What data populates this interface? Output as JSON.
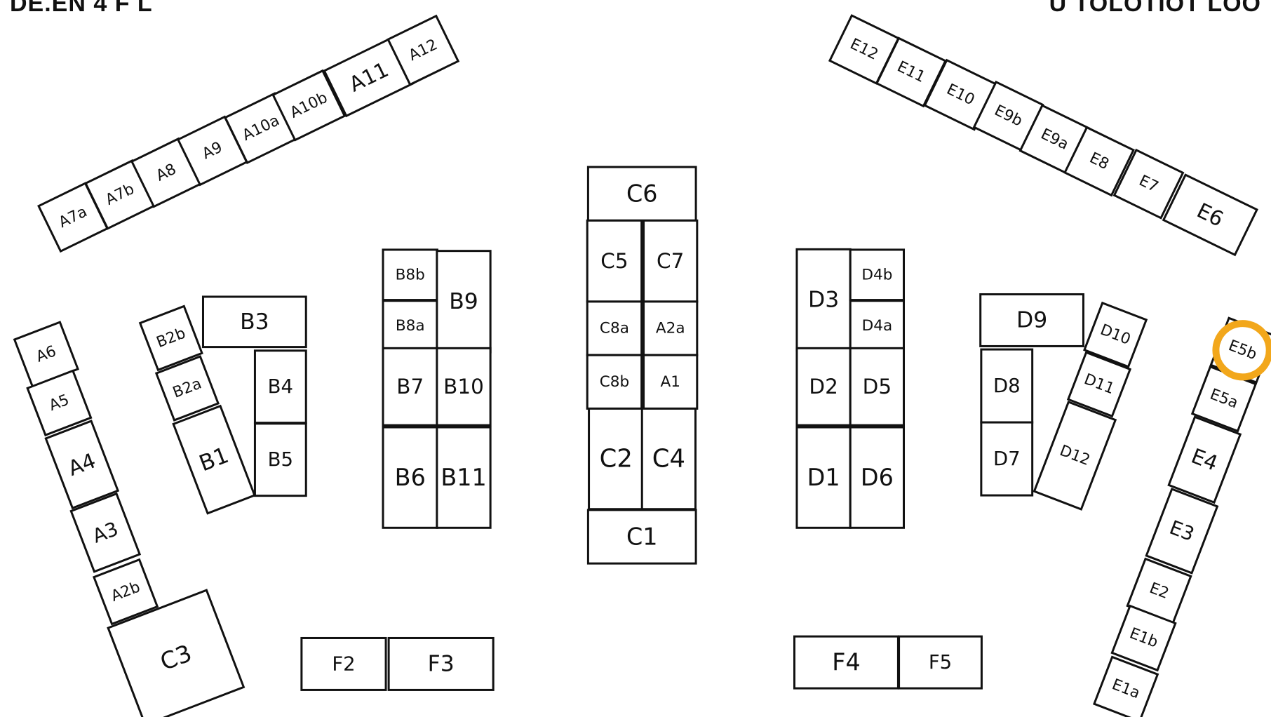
{
  "header": {
    "left_cut": "DE.EN 4 F L",
    "right_cut": "U TOLOTIOT LOO"
  },
  "highlight": {
    "booth": "E5b",
    "color": "#f2a71b"
  },
  "booths": {
    "A1": "A1",
    "A2a": "A2a",
    "A2b": "A2b",
    "A3": "A3",
    "A4": "A4",
    "A5": "A5",
    "A6": "A6",
    "A7a": "A7a",
    "A7b": "A7b",
    "A8": "A8",
    "A9": "A9",
    "A10a": "A10a",
    "A10b": "A10b",
    "A11": "A11",
    "A12": "A12",
    "B1": "B1",
    "B2a": "B2a",
    "B2b": "B2b",
    "B3": "B3",
    "B4": "B4",
    "B5": "B5",
    "B6": "B6",
    "B7": "B7",
    "B8a": "B8a",
    "B8b": "B8b",
    "B9": "B9",
    "B10": "B10",
    "B11": "B11",
    "C1": "C1",
    "C2": "C2",
    "C3": "C3",
    "C4": "C4",
    "C5": "C5",
    "C6": "C6",
    "C7": "C7",
    "C8a": "C8a",
    "C8b": "C8b",
    "D1": "D1",
    "D2": "D2",
    "D3": "D3",
    "D4a": "D4a",
    "D4b": "D4b",
    "D5": "D5",
    "D6": "D6",
    "D7": "D7",
    "D8": "D8",
    "D9": "D9",
    "D10": "D10",
    "D11": "D11",
    "D12": "D12",
    "E1a": "E1a",
    "E1b": "E1b",
    "E2": "E2",
    "E3": "E3",
    "E4": "E4",
    "E5a": "E5a",
    "E5b": "E5b",
    "E6": "E6",
    "E7": "E7",
    "E8": "E8",
    "E9a": "E9a",
    "E9b": "E9b",
    "E10": "E10",
    "E11": "E11",
    "E12": "E12",
    "F2": "F2",
    "F3": "F3",
    "F4": "F4",
    "F5": "F5"
  }
}
